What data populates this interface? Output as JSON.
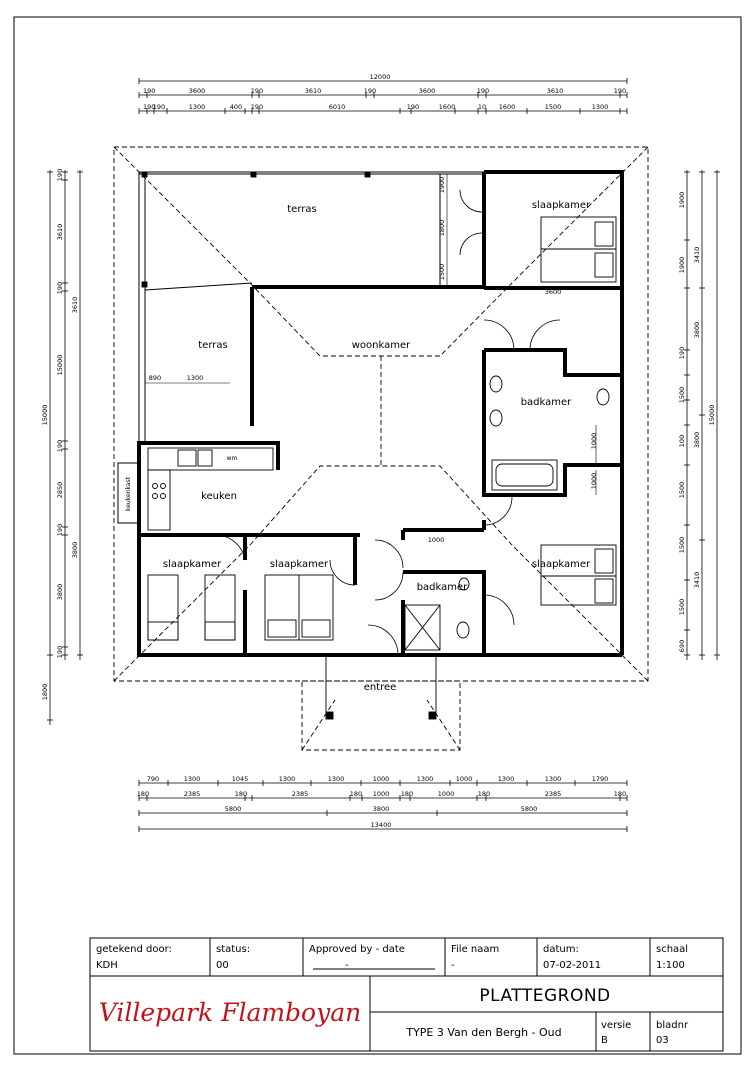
{
  "plan": {
    "rooms": {
      "terras_top": "terras",
      "terras_left": "terras",
      "woonkamer": "woonkamer",
      "slaapkamer_ne": "slaapkamer",
      "badkamer_main": "badkamer",
      "keuken": "keuken",
      "keukenkast": "keukenkast",
      "slaapkamer_sw1": "slaapkamer",
      "slaapkamer_sw2": "slaapkamer",
      "badkamer_small": "badkamer",
      "slaapkamer_se": "slaapkamer",
      "entree": "entree",
      "wm": "wm"
    },
    "dims_top": {
      "overall": "12000",
      "row1": [
        "190",
        "3600",
        "190",
        "3610",
        "190",
        "3600",
        "190",
        "3610",
        "190"
      ],
      "row2": [
        "190",
        "190",
        "1300",
        "400",
        "190",
        "6010",
        "190",
        "1600",
        "10",
        "1600",
        "1500",
        "1300"
      ]
    },
    "dims_bottom": {
      "row1": [
        "790",
        "1300",
        "1045",
        "1300",
        "1300",
        "1000",
        "1300",
        "1000",
        "1300",
        "1300",
        "1790"
      ],
      "row2": [
        "180",
        "2385",
        "180",
        "2385",
        "180",
        "1000",
        "180",
        "1000",
        "180",
        "2385",
        "180"
      ],
      "row3": [
        "5800",
        "3800",
        "5800"
      ],
      "overall": "13400"
    },
    "dims_left": {
      "overall": "15000",
      "col1": [
        "190",
        "3610",
        "190",
        "2850",
        "190",
        "3800",
        "190",
        "1800"
      ],
      "col2": [
        "3610",
        "15000",
        "3800"
      ]
    },
    "dims_right": {
      "overall": "15000",
      "col1": [
        "1900",
        "1900",
        "190",
        "1500",
        "100",
        "1500",
        "1500",
        "1500",
        "690"
      ],
      "col2": [
        "3410",
        "3800",
        "3800",
        "3410"
      ]
    },
    "dims_interior": {
      "terras_h1": "1800",
      "terras_h2": "1900",
      "terras_h3": "1500",
      "terras_w1": "890",
      "terras_w2": "1300",
      "slaap_w": "3600",
      "bath_a": "1000",
      "bath_b": "1000",
      "bath_c": "1000"
    }
  },
  "titleblock": {
    "getekend_label": "getekend door:",
    "getekend_value": "KDH",
    "status_label": "status:",
    "status_value": "00",
    "approved_label": "Approved by - date",
    "approved_value": "-",
    "filenaam_label": "File naam",
    "filenaam_value": "-",
    "datum_label": "datum:",
    "datum_value": "07-02-2011",
    "schaal_label": "schaal",
    "schaal_value": "1:100",
    "logo_text": "Villepark Flamboyan",
    "title": "PLATTEGROND",
    "subtitle": "TYPE 3 Van den Bergh - Oud",
    "versie_label": "versie",
    "versie_value": "B",
    "bladnr_label": "bladnr",
    "bladnr_value": "03"
  },
  "colors": {
    "line": "#000000",
    "logo": "#c0141a"
  }
}
